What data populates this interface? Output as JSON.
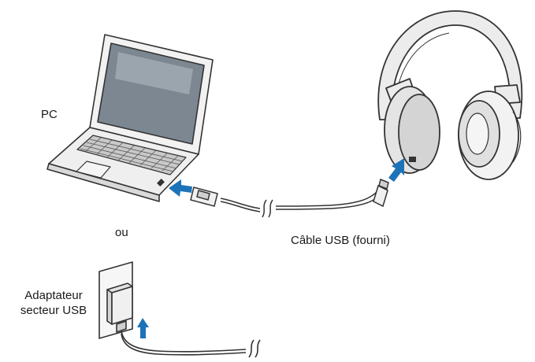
{
  "labels": {
    "pc": "PC",
    "or": "ou",
    "cable": "Câble USB (fourni)",
    "adapter_line1": "Adaptateur",
    "adapter_line2": "secteur USB"
  },
  "colors": {
    "arrow": "#1d73b8",
    "line": "#333333",
    "screen": "#7c8791",
    "fill": "#e9e9e9"
  },
  "icons": [
    "laptop-icon",
    "headphones-icon",
    "usb-plug-icon",
    "wall-adapter-icon",
    "arrow-icon"
  ]
}
